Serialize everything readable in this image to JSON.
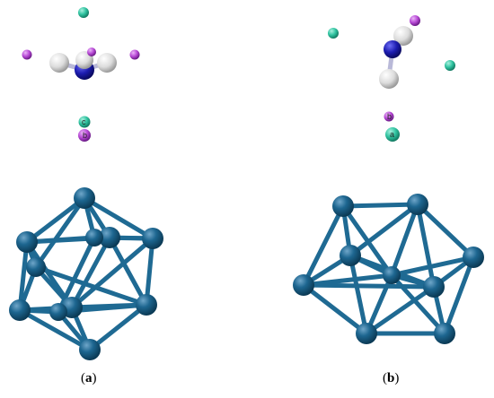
{
  "panels": [
    {
      "caption_open": "(",
      "caption_letter": "a",
      "caption_close": ")",
      "axis_marks": [
        "c",
        "b"
      ]
    },
    {
      "caption_open": "(",
      "caption_letter": "b",
      "caption_close": ")",
      "axis_marks": [
        "b",
        "a"
      ]
    }
  ],
  "colors": {
    "cluster_atom": "#1b5e84",
    "cluster_bond": "#1f6a93",
    "nitrogen": "#1a1aa8",
    "hydrogen": "#e6e6e6",
    "green_marker": "#2fc3a0",
    "magenta_marker": "#b84ad6"
  }
}
